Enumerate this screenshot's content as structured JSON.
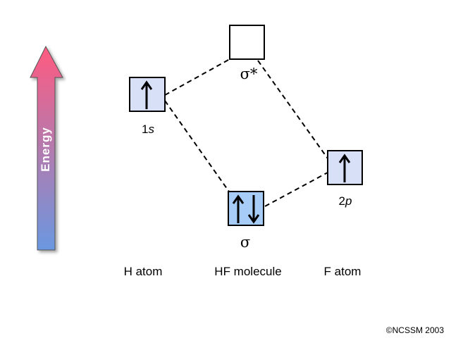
{
  "energy_label": "Energy",
  "orbitals": {
    "h_1s": {
      "label_num": "1",
      "label_sub": "s",
      "electrons": "↑"
    },
    "sigma_star": {
      "label": "σ*",
      "electrons": ""
    },
    "f_2p": {
      "label_num": "2",
      "label_sub": "p",
      "electrons": "↑"
    },
    "sigma": {
      "label": "σ",
      "electrons": "↑↓"
    }
  },
  "columns": [
    "H atom",
    "HF molecule",
    "F atom"
  ],
  "copyright": "©NCSSM 2003",
  "colors": {
    "atomic_box": "#d8e0f8",
    "bonding_box": "#a8ccf8",
    "arrow_top": "#ff5a80",
    "arrow_bottom": "#6a98e0"
  }
}
